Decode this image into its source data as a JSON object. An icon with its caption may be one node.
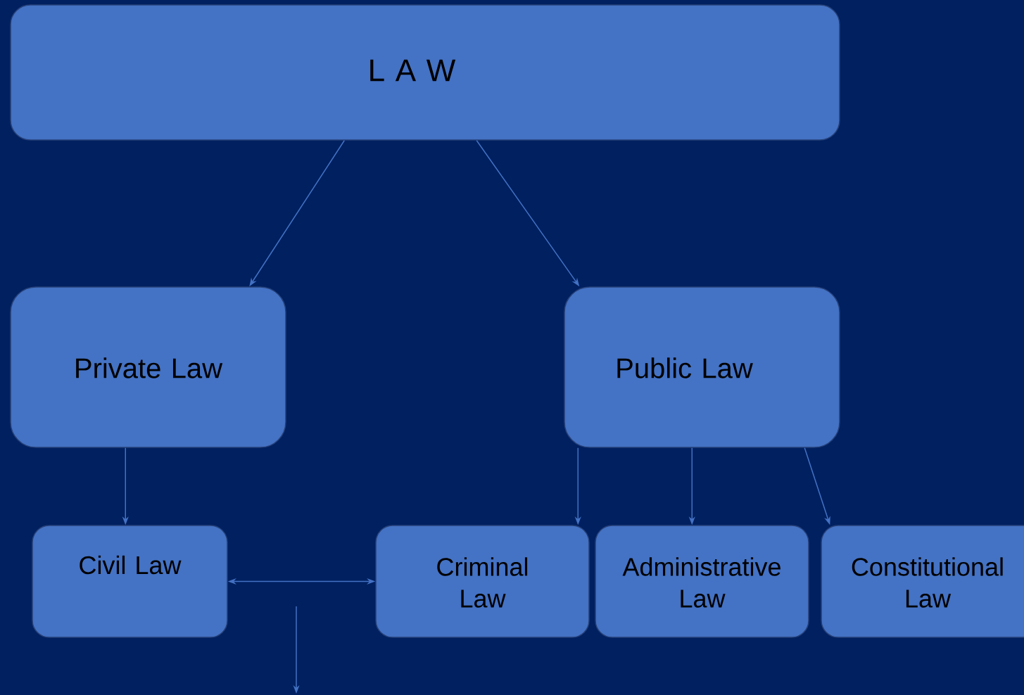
{
  "diagram": {
    "nodes": [
      {
        "text": [
          "L A W"
        ]
      },
      {
        "text": [
          "Private Law"
        ]
      },
      {
        "text": [
          "Public Law"
        ]
      },
      {
        "text": [
          "Civil Law"
        ]
      },
      {
        "text": [
          "Criminal Law"
        ]
      },
      {
        "text": [
          "Administrative Law"
        ]
      },
      {
        "text": [
          "Constitutional Law"
        ]
      }
    ],
    "edges": [
      {
        "from": 0,
        "to": 1,
        "arrow": "to"
      },
      {
        "from": 0,
        "to": 2,
        "arrow": "to"
      },
      {
        "from": 1,
        "to": 3,
        "arrow": "to"
      },
      {
        "from": 2,
        "to": 4,
        "arrow": "to"
      },
      {
        "from": 2,
        "to": 5,
        "arrow": "to"
      },
      {
        "from": 2,
        "to": 6,
        "arrow": "to"
      },
      {
        "from": 3,
        "to": 4,
        "arrow": "both"
      }
    ]
  }
}
